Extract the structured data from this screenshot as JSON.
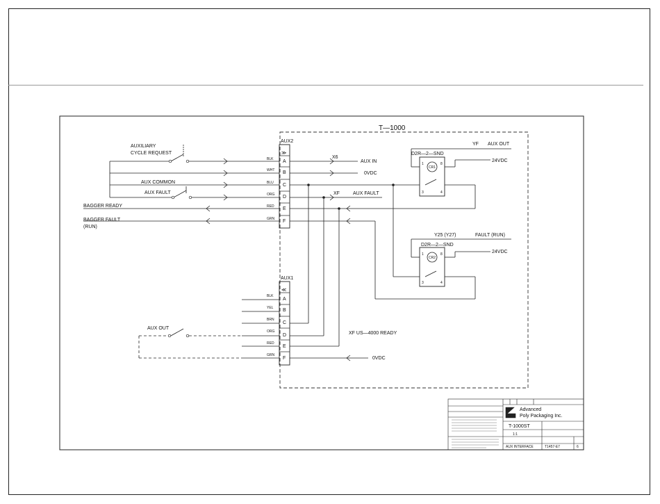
{
  "box_title": "T—1000",
  "aux2": {
    "header": "AUX2",
    "pins": [
      "A",
      "B",
      "C",
      "D",
      "E",
      "F"
    ],
    "wire_colors": [
      "BLK",
      "WHT",
      "BLU",
      "ORG",
      "RED",
      "GRN"
    ]
  },
  "aux1": {
    "header": "AUX1",
    "pins": [
      "A",
      "B",
      "C",
      "D",
      "E",
      "F"
    ],
    "wire_colors": [
      "BLK",
      "YEL",
      "BRN",
      "ORG",
      "RED",
      "GRN"
    ]
  },
  "left_labels": {
    "aux_cycle_1": "AUXILIARY",
    "aux_cycle_2": "CYCLE REQUEST",
    "aux_common": "AUX COMMON",
    "aux_fault": "AUX FAULT",
    "bagger_ready": "BAGGER READY",
    "bagger_fault_1": "BAGGER FAULT",
    "bagger_fault_2": "(RUN)",
    "aux_out": "AUX OUT"
  },
  "signals": {
    "x6": "X6",
    "aux_in": "AUX IN",
    "ovdc_1": "0VDC",
    "xf_1": "XF",
    "aux_fault_out": "AUX FAULT",
    "xf_ready": "XF  US—4000 READY",
    "ovdc_2": "0VDC"
  },
  "relay1": {
    "part": "D2R—2—SND",
    "coil": "CR1",
    "pin1": "1",
    "pin8": "8",
    "pin3": "3",
    "pin4": "4",
    "tag": "YF",
    "desc": "AUX OUT",
    "supply": "24VDC"
  },
  "relay2": {
    "part": "D2R—2—SND",
    "coil": "CR2",
    "pin1": "1",
    "pin8": "8",
    "pin3": "3",
    "pin4": "4",
    "tag": "Y25 (Y27)",
    "desc": "FAULT (RUN)",
    "supply": "24VDC"
  },
  "title_block": {
    "company_1": "Advanced",
    "company_2": "Poly Packaging Inc.",
    "model": "T-1000ST",
    "scale": "1:1",
    "title": "AUX INTERFACE",
    "drawing_no": "T1457-E7",
    "sheet": "6"
  }
}
